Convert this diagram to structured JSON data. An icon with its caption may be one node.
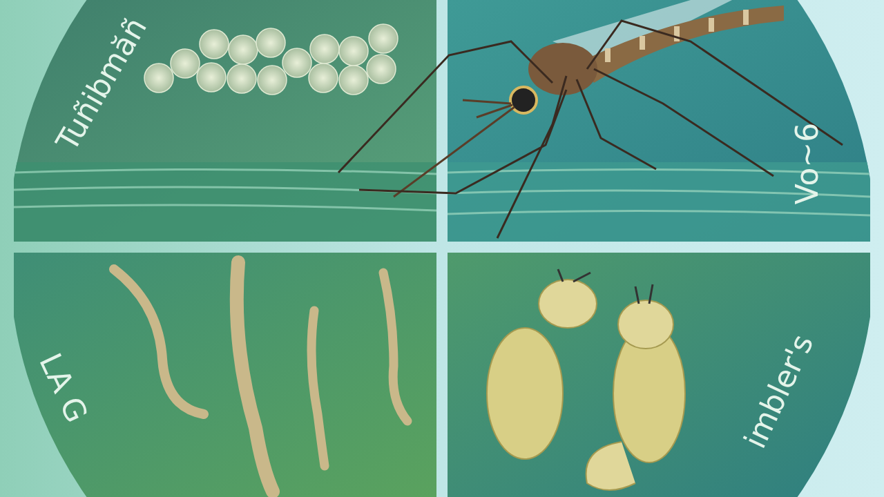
{
  "diagram": {
    "labels": [
      "Tuñibmăñ",
      "Vo~6",
      "LA G",
      "imbler's"
    ]
  }
}
